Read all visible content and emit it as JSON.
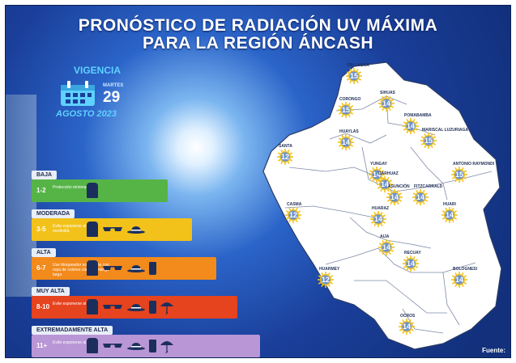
{
  "title": {
    "line1": "PRONÓSTICO DE RADIACIÓN UV MÁXIMA",
    "line2": "PARA LA REGIÓN ÁNCASH"
  },
  "validity": {
    "label": "VIGENCIA",
    "weekday": "MARTES",
    "day": "29",
    "month_year": "AGOSTO 2023"
  },
  "levels": [
    {
      "name": "BAJA",
      "range": "1-2",
      "text": "Protección mínima",
      "color": "#56b447",
      "icons": [
        "coat-icon"
      ]
    },
    {
      "name": "MODERADA",
      "range": "3-5",
      "text": "Evite exponerse al sol al mediodía",
      "color": "#f2c21a",
      "icons": [
        "coat-icon",
        "sunglasses-icon",
        "hat-icon"
      ]
    },
    {
      "name": "ALTA",
      "range": "6-7",
      "text": "Use bloqueador solar, viste con ropa de colores claros y manga larga",
      "color": "#f28a1c",
      "icons": [
        "coat-icon",
        "sunglasses-icon",
        "hat-icon",
        "sunscreen-icon"
      ]
    },
    {
      "name": "MUY ALTA",
      "range": "8-10",
      "text": "Evite exponerse al sol",
      "color": "#e6431f",
      "icons": [
        "coat-icon",
        "sunglasses-icon",
        "hat-icon",
        "sunscreen-icon",
        "umbrella-icon"
      ]
    },
    {
      "name": "EXTREMADAMENTE ALTA",
      "range": "11+",
      "text": "Evite exponerse al sol",
      "color": "#b996d6",
      "icons": [
        "coat-icon",
        "sunglasses-icon",
        "hat-icon",
        "sunscreen-icon",
        "umbrella-icon"
      ]
    }
  ],
  "provinces": [
    {
      "name": "PALLASCA",
      "uv": "15"
    },
    {
      "name": "CORONGO",
      "uv": "15"
    },
    {
      "name": "SIHUAS",
      "uv": "14"
    },
    {
      "name": "POMABAMBA",
      "uv": "14"
    },
    {
      "name": "MARISCAL LUZURIAGA",
      "uv": "15"
    },
    {
      "name": "HUAYLAS",
      "uv": "14"
    },
    {
      "name": "SANTA",
      "uv": "12"
    },
    {
      "name": "YUNGAY",
      "uv": "14"
    },
    {
      "name": "CARHUAZ",
      "uv": "14"
    },
    {
      "name": "ASUNCIÓN",
      "uv": "14"
    },
    {
      "name": "FITZCARRALD",
      "uv": "14"
    },
    {
      "name": "ANTONIO RAYMONDI",
      "uv": "15"
    },
    {
      "name": "CASMA",
      "uv": "12"
    },
    {
      "name": "HUARI",
      "uv": "14"
    },
    {
      "name": "HUARAZ",
      "uv": "14"
    },
    {
      "name": "AIJA",
      "uv": "14"
    },
    {
      "name": "RECUAY",
      "uv": "14"
    },
    {
      "name": "HUARMEY",
      "uv": "12"
    },
    {
      "name": "BOLOGNESI",
      "uv": "14"
    },
    {
      "name": "OCROS",
      "uv": "14"
    }
  ],
  "source_label": "Fuente:",
  "colors": {
    "background": "#1a3f9a",
    "title": "#ffffff",
    "accent": "#5fd1ff",
    "sun_badge": "#f2c21a",
    "map_fill": "#ffffff"
  }
}
